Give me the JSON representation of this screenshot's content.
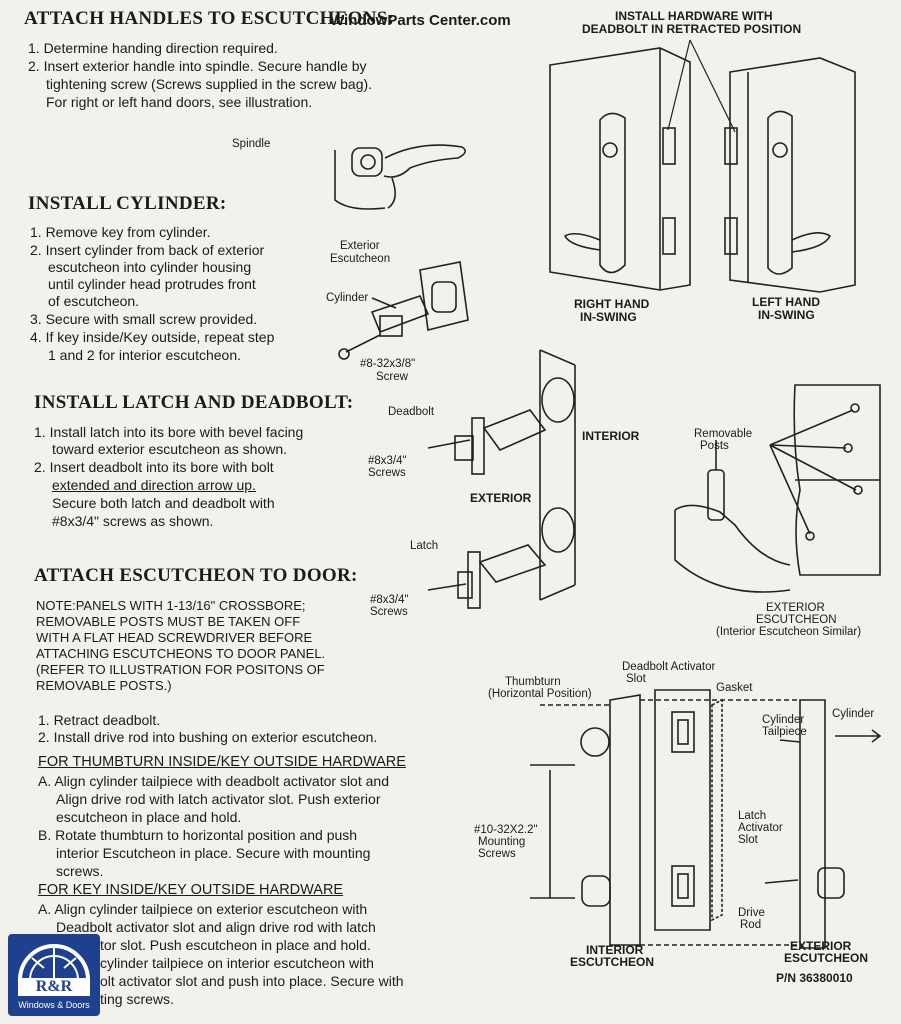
{
  "watermark": "WindowParts Center.com",
  "sections": {
    "handles": {
      "title": "ATTACH HANDLES TO ESCUTCHEONS:",
      "steps": [
        "1. Determine handing direction required.",
        "2. Insert exterior handle into spindle. Secure handle by",
        "tightening screw (Screws supplied in the screw bag).",
        "For right or left hand doors, see illustration."
      ],
      "spindle_label": "Spindle"
    },
    "cylinder": {
      "title": "INSTALL CYLINDER:",
      "steps": [
        "1. Remove key from cylinder.",
        "2. Insert cylinder from back of exterior",
        "escutcheon into cylinder housing",
        "until cylinder head protrudes front",
        "of escutcheon.",
        "3. Secure with small screw provided.",
        "4. If key inside/Key outside, repeat step",
        "1 and 2 for interior escutcheon."
      ],
      "labels": {
        "exterior": "Exterior",
        "escutcheon": "Escutcheon",
        "cylinder": "Cylinder",
        "screw_spec": "#8-32x3/8\"",
        "screw": "Screw"
      }
    },
    "latch": {
      "title": "INSTALL LATCH AND DEADBOLT:",
      "steps": [
        "1. Install latch into its bore with bevel facing",
        "toward exterior escutcheon as shown.",
        "2. Insert deadbolt into its bore with bolt",
        "extended and direction arrow up.",
        "Secure both latch and deadbolt with",
        "#8x3/4\" screws as shown."
      ],
      "labels": {
        "deadbolt": "Deadbolt",
        "screws_spec": "#8x3/4\"",
        "screws": "Screws",
        "interior": "INTERIOR",
        "exterior": "EXTERIOR",
        "latch": "Latch"
      }
    },
    "door": {
      "title": "ATTACH ESCUTCHEON TO DOOR:",
      "note": [
        "NOTE:PANELS WITH 1-13/16\" CROSSBORE;",
        "REMOVABLE POSTS MUST BE TAKEN OFF",
        "WITH A FLAT HEAD SCREWDRIVER BEFORE",
        "ATTACHING ESCUTCHEONS TO DOOR PANEL.",
        "(REFER TO ILLUSTRATION FOR POSITONS OF",
        "REMOVABLE POSTS.)"
      ],
      "steps": [
        "1. Retract deadbolt.",
        "2. Install drive rod into bushing on exterior escutcheon."
      ],
      "thumbturn_heading": "FOR THUMBTURN INSIDE/KEY OUTSIDE HARDWARE",
      "thumbturn_steps": [
        "A. Align cylinder tailpiece with deadbolt activator slot and",
        "Align drive rod with latch activator slot. Push exterior",
        "escutcheon in place and hold.",
        "B. Rotate thumbturn to horizontal position and push",
        "interior Escutcheon in place. Secure with mounting",
        "screws."
      ],
      "key_heading": "FOR KEY INSIDE/KEY OUTSIDE HARDWARE",
      "key_steps": [
        "A. Align cylinder tailpiece on exterior escutcheon with",
        "Deadbolt activator slot and align drive rod with latch",
        "tor slot. Push escutcheon in place and hold.",
        "cylinder tailpiece on interior escutcheon with",
        "olt activator slot and push into place. Secure with",
        "ting screws."
      ]
    }
  },
  "diagrams": {
    "handing": {
      "title_line1": "INSTALL HARDWARE WITH",
      "title_line2": "DEADBOLT IN RETRACTED POSITION",
      "right_line1": "RIGHT HAND",
      "right_line2": "IN-SWING",
      "left_line1": "LEFT HAND",
      "left_line2": "IN-SWING"
    },
    "posts": {
      "label_line1": "Removable",
      "label_line2": "Posts",
      "caption_line1": "EXTERIOR",
      "caption_line2": "ESCUTCHEON",
      "caption_line3": "(Interior Escutcheon Similar)"
    },
    "exploded": {
      "thumbturn_line1": "Thumbturn",
      "thumbturn_line2": "(Horizontal Position)",
      "activator_line1": "Deadbolt Activator",
      "activator_line2": "Slot",
      "gasket": "Gasket",
      "cylinder_tailpiece_line1": "Cylinder",
      "cylinder_tailpiece_line2": "Tailpiece",
      "cylinder": "Cylinder",
      "latch_slot_line1": "Latch",
      "latch_slot_line2": "Activator",
      "latch_slot_line3": "Slot",
      "mounting_line1": "#10-32X2.2\"",
      "mounting_line2": "Mounting",
      "mounting_line3": "Screws",
      "drive_rod_line1": "Drive",
      "drive_rod_line2": "Rod",
      "interior_line1": "INTERIOR",
      "interior_line2": "ESCUTCHEON",
      "exterior_line1": "EXTERIOR",
      "exterior_line2": "ESCUTCHEON",
      "part_number": "P/N 36380010"
    }
  },
  "logo": {
    "initials": "R&R",
    "tagline": "Windows & Doors",
    "primary_color": "#1f3f8f"
  }
}
